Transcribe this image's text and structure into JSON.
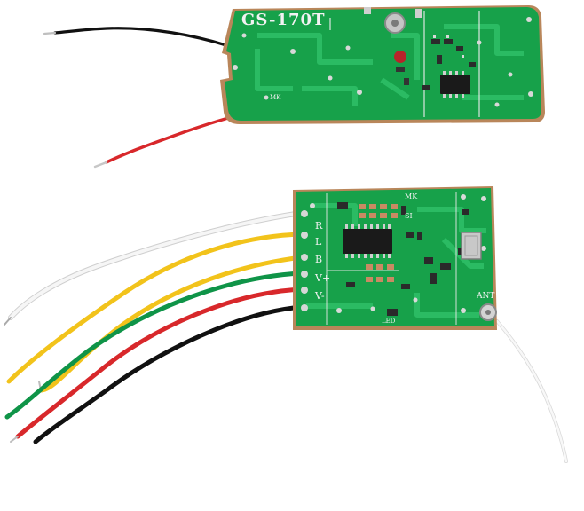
{
  "transmitter_board": {
    "model_label": "GS-170T",
    "tiny_label": "MK"
  },
  "receiver_board": {
    "pin_labels": [
      "R",
      "L",
      "B",
      "V+",
      "V-"
    ],
    "top_label": "MK",
    "si_label": "SI",
    "ant_label": "ANT",
    "led_label": "LED"
  },
  "colors": {
    "background": "#ffffff",
    "pcb_green": "#17a14a",
    "pcb_edge": "#b9865a",
    "trace_green": "#2fc068",
    "wire_black": "#111111",
    "wire_red": "#d8282b",
    "wire_white": "#f4f4f4",
    "wire_yellow": "#f2c31b",
    "wire_green": "#0f9448",
    "chip_black": "#1a1a1a",
    "copper_pad": "#c98a63"
  }
}
